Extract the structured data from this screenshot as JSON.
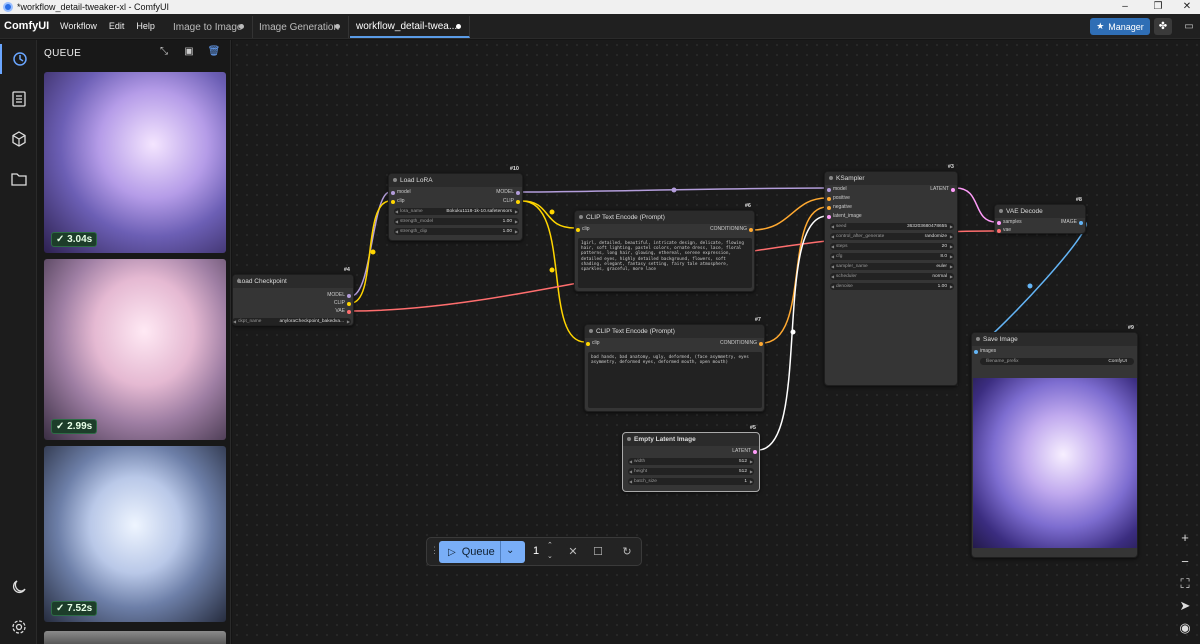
{
  "window": {
    "title": "*workflow_detail-tweaker-xl - ComfyUI"
  },
  "menubar": {
    "brand": "ComfyUI",
    "menus": [
      "Workflow",
      "Edit",
      "Help"
    ]
  },
  "tabs": [
    {
      "label": "Image to Image",
      "active": false
    },
    {
      "label": "Image Generation",
      "active": false
    },
    {
      "label": "workflow_detail-twea...",
      "active": true
    }
  ],
  "toolbar": {
    "manager_label": "Manager"
  },
  "sidebar": {
    "icons": [
      "history-icon",
      "document-icon",
      "cube-icon",
      "folder-icon",
      "moon-icon",
      "settings-icon"
    ]
  },
  "queue_panel": {
    "title": "QUEUE",
    "items": [
      {
        "time": "3.04s"
      },
      {
        "time": "2.99s"
      },
      {
        "time": "7.52s"
      }
    ]
  },
  "nodes": {
    "load_lora": {
      "id": "#10",
      "title": "Load LoRA",
      "inputs": [
        "model",
        "clip"
      ],
      "outputs": [
        "MODEL",
        "CLIP"
      ],
      "widgets": [
        {
          "name": "lora_name",
          "value": "Bokuku1118-1k-10.safetensors"
        },
        {
          "name": "strength_model",
          "value": "1.00"
        },
        {
          "name": "strength_clip",
          "value": "1.00"
        }
      ]
    },
    "load_checkpoint": {
      "id": "#4",
      "title": "Load Checkpoint",
      "outputs": [
        "MODEL",
        "CLIP",
        "VAE"
      ],
      "widgets": [
        {
          "name": "ckpt_name",
          "value": "anyloraCheckpoint_bakedva..."
        }
      ]
    },
    "clip_pos": {
      "id": "#6",
      "title": "CLIP Text Encode (Prompt)",
      "inputs": [
        "clip"
      ],
      "outputs": [
        "CONDITIONING"
      ],
      "text": "1girl, detailed, beautiful, intricate design, delicate, flowing hair, soft lighting, pastel colors, ornate dress, lace, floral patterns, long hair, glowing, ethereal, serene expression, detailed eyes, highly detailed background, flowers, soft shading, elegant, fantasy setting, fairy tale atmosphere, sparkles, graceful, more lace"
    },
    "clip_neg": {
      "id": "#7",
      "title": "CLIP Text Encode (Prompt)",
      "inputs": [
        "clip"
      ],
      "outputs": [
        "CONDITIONING"
      ],
      "text": "bad hands, bad anatomy, ugly, deformed, (face asymmetry, eyes asymmetry, deformed eyes, deformed mouth, open mouth)"
    },
    "empty_latent": {
      "id": "#5",
      "title": "Empty Latent Image",
      "outputs": [
        "LATENT"
      ],
      "widgets": [
        {
          "name": "width",
          "value": "512"
        },
        {
          "name": "height",
          "value": "512"
        },
        {
          "name": "batch_size",
          "value": "1"
        }
      ]
    },
    "ksampler": {
      "id": "#3",
      "title": "KSampler",
      "inputs": [
        "model",
        "positive",
        "negative",
        "latent_image"
      ],
      "outputs": [
        "LATENT"
      ],
      "widgets": [
        {
          "name": "seed",
          "value": "363203680478655"
        },
        {
          "name": "control_after_generate",
          "value": "randomize"
        },
        {
          "name": "steps",
          "value": "20"
        },
        {
          "name": "cfg",
          "value": "8.0"
        },
        {
          "name": "sampler_name",
          "value": "euler"
        },
        {
          "name": "scheduler",
          "value": "normal"
        },
        {
          "name": "denoise",
          "value": "1.00"
        }
      ]
    },
    "vae_decode": {
      "id": "#8",
      "title": "VAE Decode",
      "inputs": [
        "samples",
        "vae"
      ],
      "outputs": [
        "IMAGE"
      ]
    },
    "save_image": {
      "id": "#9",
      "title": "Save Image",
      "inputs": [
        "images"
      ],
      "widgets": [
        {
          "name": "filename_prefix",
          "value": "ComfyUI"
        }
      ]
    }
  },
  "queue_bar": {
    "button_label": "Queue",
    "count": "1"
  },
  "colors": {
    "accent": "#79aef7",
    "model": "#b39ddb",
    "clip": "#ffd500",
    "vae": "#ff6e6e",
    "conditioning": "#ffa931",
    "latent": "#ff9cf9",
    "image": "#64b5f6"
  }
}
